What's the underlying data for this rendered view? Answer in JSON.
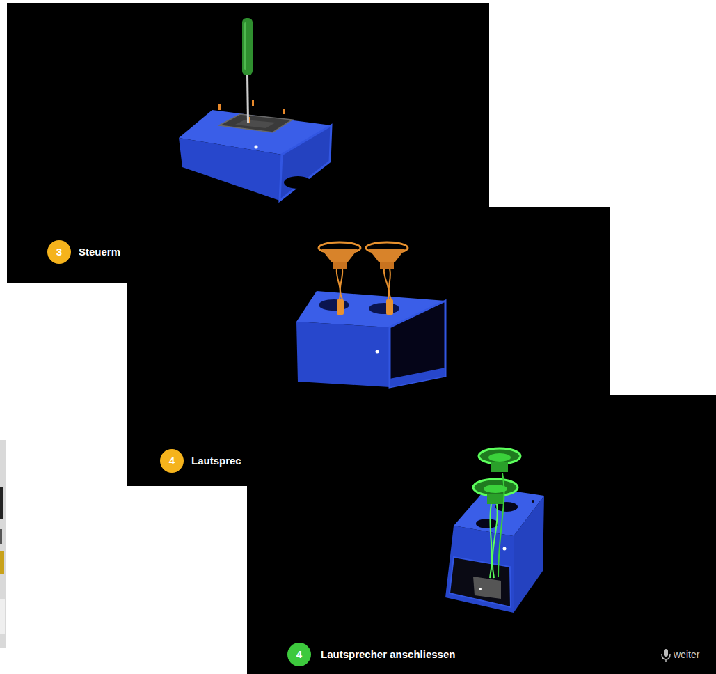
{
  "diagram": {
    "nodes": [
      {
        "text": [
          "Steuerm"
        ]
      },
      {
        "text": [
          "3"
        ],
        "in": 0
      },
      {
        "text": [
          "Lautsprec"
        ]
      },
      {
        "text": [
          "4"
        ],
        "in": 2
      },
      {
        "text": [
          "Lautsprecher anschliessen",
          "weiter"
        ]
      },
      {
        "text": [
          "4"
        ],
        "in": 4
      }
    ]
  }
}
